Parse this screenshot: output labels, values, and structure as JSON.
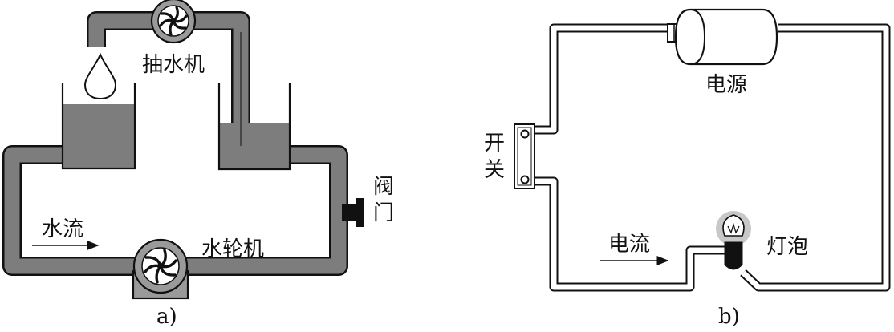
{
  "colors": {
    "water": "#7d7d7d",
    "stroke": "#111111",
    "bulb_glow": "#c8c8c8"
  },
  "panel_a": {
    "caption": "a)",
    "pump_label": "抽水机",
    "turbine_label": "水轮机",
    "valve_label": "阀门",
    "flow_label": "水流",
    "icons": [
      "water-drop-icon",
      "pump-impeller-icon",
      "turbine-impeller-icon",
      "valve-icon",
      "flow-arrow-icon"
    ]
  },
  "panel_b": {
    "caption": "b)",
    "source_label": "电源",
    "switch_label": "开关",
    "lamp_label": "灯泡",
    "current_label": "电流",
    "icons": [
      "battery-icon",
      "switch-icon",
      "light-bulb-icon",
      "current-arrow-icon"
    ]
  }
}
